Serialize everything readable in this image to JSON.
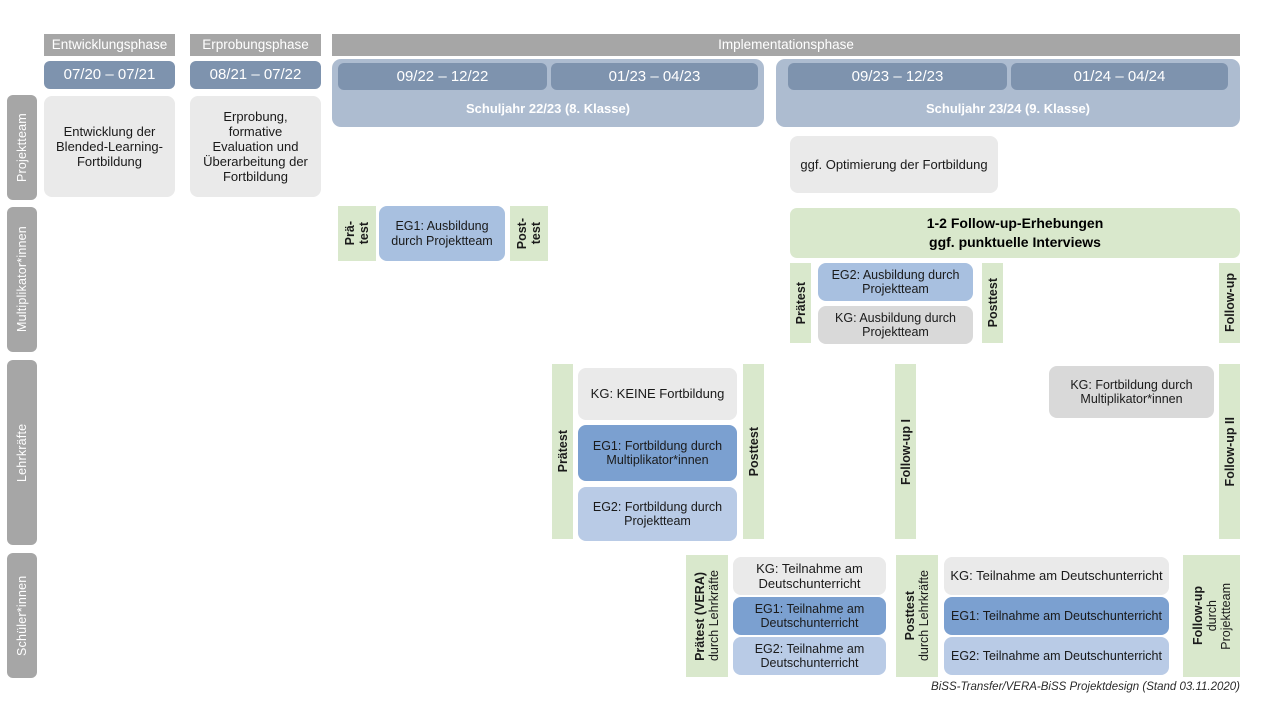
{
  "diagram": {
    "title": "BiSS-Transfer/VERA-BiSS Projektdesign",
    "footer": "BiSS-Transfer/VERA-BiSS Projektdesign (Stand 03.11.2020)",
    "colors": {
      "phase_header": "#a6a6a6",
      "date_chip": "#7e93ae",
      "school_year": "#adbcd0",
      "row_label": "#a6a6a6",
      "grey_box": "#eaeaea",
      "grey_box_alt": "#d9d9d9",
      "blue_dark": "#7ba0d0",
      "blue_mid": "#a8c0e0",
      "blue_light": "#b9cbe6",
      "green": "#d9e8cc"
    }
  },
  "phases": [
    {
      "name": "Entwicklungsphase"
    },
    {
      "name": "Erprobungsphase"
    },
    {
      "name": "Implementationsphase"
    }
  ],
  "periods": [
    {
      "label": "07/20 – 07/21"
    },
    {
      "label": "08/21 – 07/22"
    },
    {
      "label": "09/22 – 12/22"
    },
    {
      "label": "01/23 – 04/23"
    },
    {
      "label": "09/23 – 12/23"
    },
    {
      "label": "01/24 – 04/24"
    }
  ],
  "school_years": [
    {
      "label": "Schuljahr 22/23 (8. Klasse)"
    },
    {
      "label": "Schuljahr 23/24 (9. Klasse)"
    }
  ],
  "row_labels": [
    {
      "label": "Projektteam"
    },
    {
      "label": "Multiplikator*innen"
    },
    {
      "label": "Lehrkräfte"
    },
    {
      "label": "Schüler*innen"
    }
  ],
  "projektteam": {
    "entwicklung": "Entwicklung der Blended-Learning-Fortbildung",
    "erprobung": "Erprobung, formative Evaluation und Überarbeitung der Fortbildung",
    "optimierung": "ggf. Optimierung der Fortbildung"
  },
  "multiplikatoren": {
    "praetest_1_line1": "Prä-",
    "praetest_1_line2": "test",
    "eg1": "EG1: Ausbildung durch Projektteam",
    "posttest_1_line1": "Post-",
    "posttest_1_line2": "test",
    "banner_line1": "1-2 Follow-up-Erhebungen",
    "banner_line2": "ggf. punktuelle Interviews",
    "praetest_2": "Prätest",
    "eg2": "EG2: Ausbildung durch Projektteam",
    "kg": "KG: Ausbildung durch Projektteam",
    "posttest_2": "Posttest",
    "followup": "Follow-up"
  },
  "lehrkraefte": {
    "praetest": "Prätest",
    "kg_keine": "KG:  KEINE Fortbildung",
    "eg1": "EG1: Fortbildung durch Multiplikator*innen",
    "eg2": "EG2: Fortbildung durch Projektteam",
    "posttest": "Posttest",
    "followup_1": "Follow-up I",
    "kg_fortbildung": "KG: Fortbildung durch Multiplikator*innen",
    "followup_2": "Follow-up II"
  },
  "schueler": {
    "praetest_bold": "Prätest (VERA)",
    "praetest_sub": "durch Lehrkräfte",
    "kg_1": "KG: Teilnahme am Deutschunterricht",
    "eg1_1": "EG1: Teilnahme am Deutschunterricht",
    "eg2_1": "EG2: Teilnahme am Deutschunterricht",
    "posttest_bold": "Posttest",
    "posttest_sub": "durch Lehrkräfte",
    "kg_2": "KG: Teilnahme am Deutschunterricht",
    "eg1_2": "EG1: Teilnahme am Deutschunterricht",
    "eg2_2": "EG2: Teilnahme am Deutschunterricht",
    "followup_bold": "Follow-up",
    "followup_sub1": "durch",
    "followup_sub2": "Projektteam"
  }
}
